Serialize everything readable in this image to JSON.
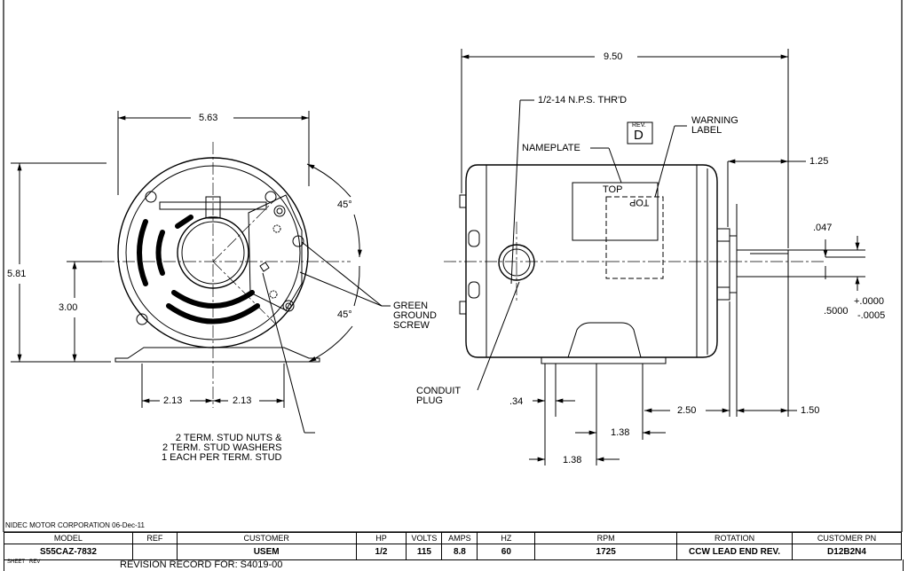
{
  "drawing": {
    "rev_label": "REV.",
    "rev_letter": "D",
    "front_view": {
      "width_dim": "5.63",
      "height_dim": "5.81",
      "center_height_dim": "3.00",
      "angle_top": "45°",
      "angle_bottom": "45°",
      "foot_left_dim": "2.13",
      "foot_right_dim": "2.13",
      "ground_screw_label": [
        "GREEN",
        "GROUND",
        "SCREW"
      ],
      "term_note": [
        "2 TERM. STUD NUTS &",
        "2 TERM. STUD WASHERS",
        "1 EACH PER TERM. STUD"
      ]
    },
    "side_view": {
      "overall_length_dim": "9.50",
      "thread_label": "1/2-14 N.P.S. THR'D",
      "nameplate_label": "NAMEPLATE",
      "warning_label": [
        "WARNING",
        "LABEL"
      ],
      "top_label": "TOP",
      "shaft_length_dim": "1.25",
      "flat_dim": ".047",
      "shaft_dia_dim": ".5000",
      "shaft_tol_plus": "+.0000",
      "shaft_tol_minus": "-.0005",
      "conduit_plug_label": [
        "CONDUIT",
        "PLUG"
      ],
      "slot_dim": ".34",
      "mount_dim_a": "1.38",
      "mount_dim_b": "1.38",
      "mount_to_shaft_dim": "2.50",
      "shaft_ext_dim": "1.50"
    }
  },
  "footer_note": "NIDEC MOTOR CORPORATION 06-Dec-11",
  "spec_table": {
    "headers": [
      "MODEL",
      "REF",
      "CUSTOMER",
      "HP",
      "VOLTS",
      "AMPS",
      "HZ",
      "RPM",
      "ROTATION",
      "CUSTOMER PN"
    ],
    "values": [
      "S55CAZ-7832",
      "",
      "USEM",
      "1/2",
      "115",
      "8.8",
      "60",
      "1725",
      "CCW LEAD END REV.",
      "D12B2N4"
    ]
  },
  "revision_bar": {
    "sheet_label": "SHEET",
    "rev_label": "REV",
    "record_text": "REVISION RECORD FOR: S4019-00"
  }
}
